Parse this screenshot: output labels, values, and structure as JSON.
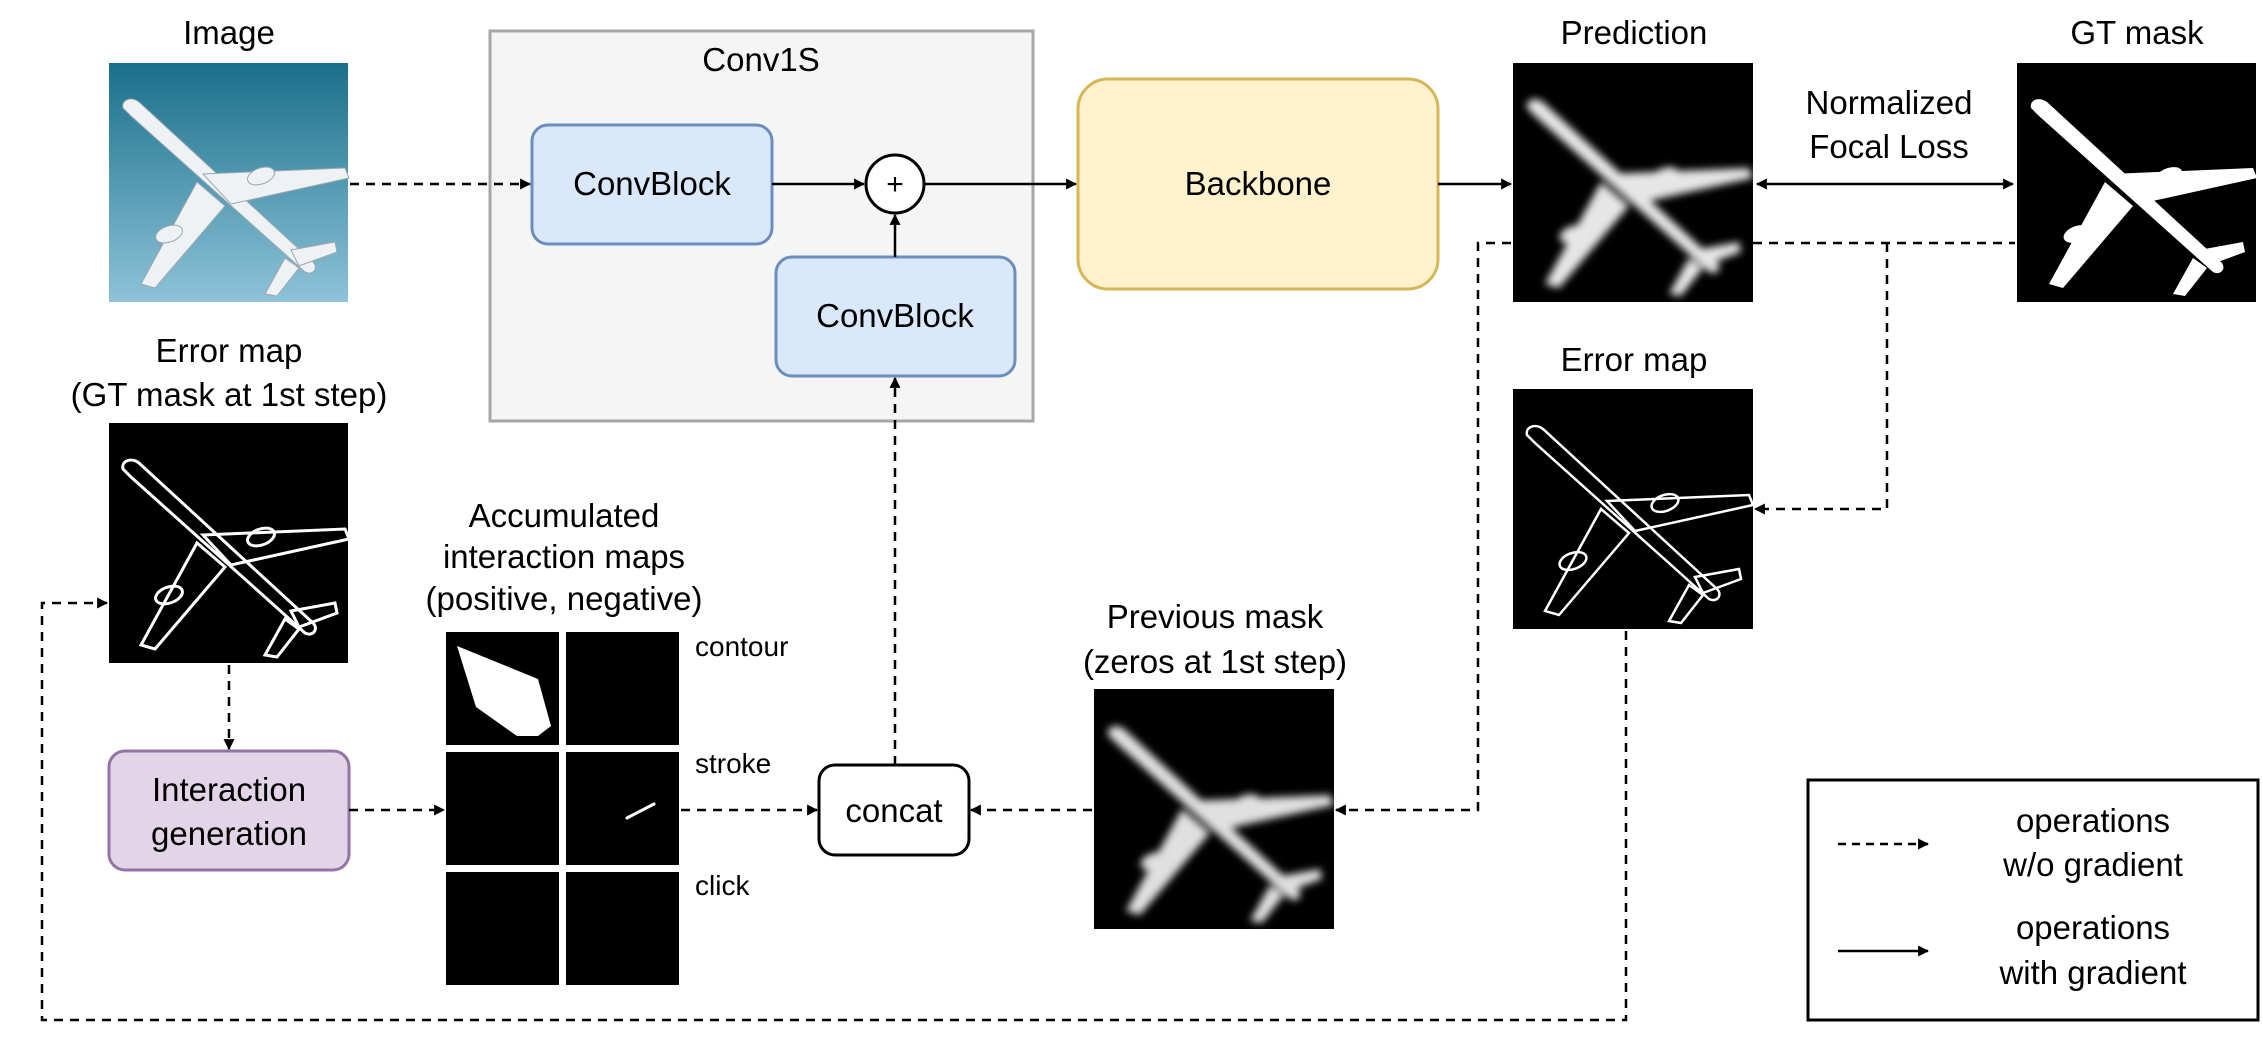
{
  "labels": {
    "image": "Image",
    "conv1s": "Conv1S",
    "convblock_top": "ConvBlock",
    "convblock_bottom": "ConvBlock",
    "plus": "+",
    "backbone": "Backbone",
    "prediction": "Prediction",
    "gt_mask": "GT mask",
    "loss_line1": "Normalized",
    "loss_line2": "Focal Loss",
    "error_map_left_line1": "Error map",
    "error_map_left_line2": "(GT mask at 1st step)",
    "error_map_right": "Error map",
    "interaction_line1": "Interaction",
    "interaction_line2": "generation",
    "accum_line1": "Accumulated",
    "accum_line2": "interaction maps",
    "accum_line3": "(positive, negative)",
    "contour": "contour",
    "stroke": "stroke",
    "click": "click",
    "concat": "concat",
    "prev_mask_line1": "Previous mask",
    "prev_mask_line2": "(zeros at 1st step)"
  },
  "legend": {
    "dashed_line1": "operations",
    "dashed_line2": "w/o gradient",
    "solid_line1": "operations",
    "solid_line2": "with gradient"
  },
  "colors": {
    "conv1s_fill": "#f5f5f5",
    "conv1s_stroke": "#a6a6a6",
    "convblock_fill": "#dae8fc",
    "convblock_stroke": "#6c8ebf",
    "backbone_fill": "#fff2cc",
    "backbone_stroke": "#d6b656",
    "interaction_fill": "#e1d5e7",
    "interaction_stroke": "#9673a6",
    "image_sky_top": "#1a6f8c",
    "image_sky_bottom": "#8ec3d8"
  },
  "icons": {
    "airplane_photo": "airplane-photo",
    "prediction_mask": "airplane-soft-mask",
    "gt_mask": "airplane-binary-mask",
    "error_map": "airplane-outline-error"
  }
}
